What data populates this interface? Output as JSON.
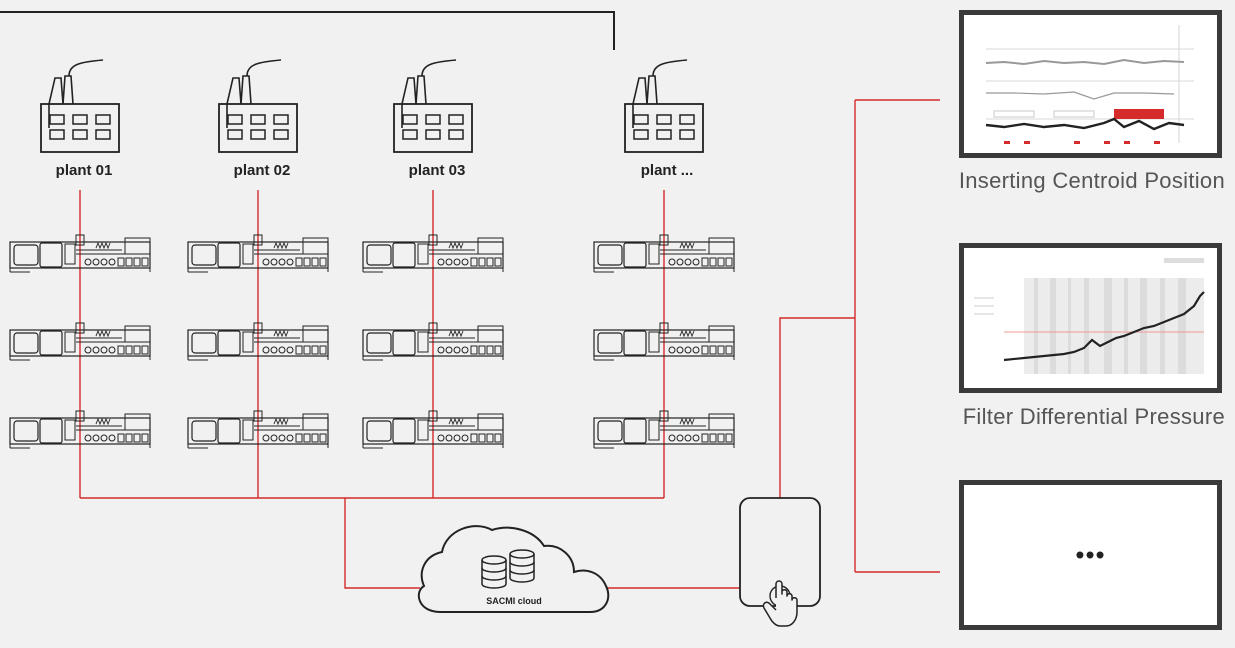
{
  "plants": [
    {
      "label": "plant 01"
    },
    {
      "label": "plant 02"
    },
    {
      "label": "plant 03"
    },
    {
      "label": "plant ..."
    }
  ],
  "cloud": {
    "label": "SACMI  cloud"
  },
  "panels": [
    {
      "title": "Inserting Centroid Position"
    },
    {
      "title": "Filter Differential Pressure"
    },
    {
      "title": "",
      "placeholder": "•••"
    }
  ],
  "colors": {
    "line_red": "#d62b2b",
    "line_dark": "#222222",
    "panel_frame": "#3a3a3a",
    "background": "#f1f1f1"
  }
}
